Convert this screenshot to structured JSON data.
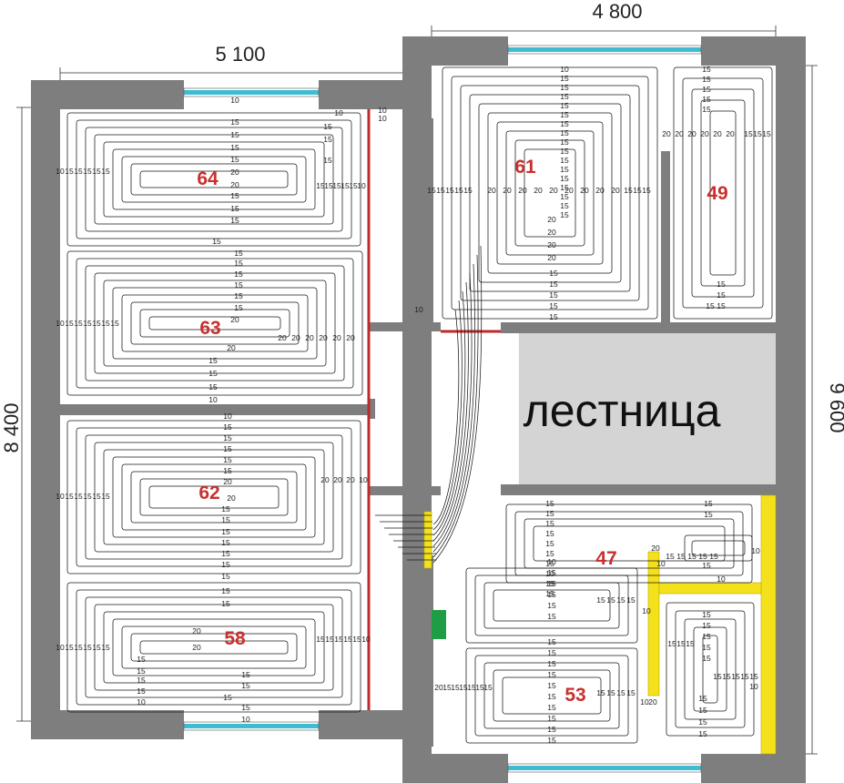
{
  "dimensions": {
    "top_left": "5 100",
    "top_right": "4 800",
    "left": "8 400",
    "right": "9 600"
  },
  "stair_label": "лестница",
  "loops": [
    {
      "id": "l64",
      "label": "64"
    },
    {
      "id": "l63",
      "label": "63"
    },
    {
      "id": "l62",
      "label": "62"
    },
    {
      "id": "l58",
      "label": "58"
    },
    {
      "id": "l61",
      "label": "61"
    },
    {
      "id": "l49",
      "label": "49"
    },
    {
      "id": "l47",
      "label": "47"
    },
    {
      "id": "l53",
      "label": "53"
    }
  ],
  "spacing_values": [
    "10",
    "15",
    "20"
  ],
  "colors": {
    "wall": "#7e7e7e",
    "stair": "#d4d4d4",
    "window": "#3fbcd2",
    "riser": "#c0282b",
    "manifold": "#f5e11b",
    "collector": "#1f9d45",
    "pipe": "#1a1a1a",
    "label": "#c8312e"
  }
}
